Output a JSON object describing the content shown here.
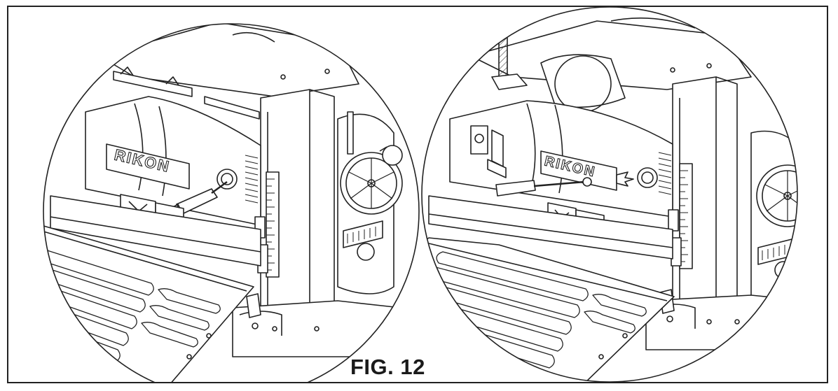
{
  "figure": {
    "caption": "FIG. 12"
  },
  "illustrations": [
    {
      "brand_label": "RIKON"
    },
    {
      "brand_label": "RIKON"
    }
  ],
  "colors": {
    "line": "#222222",
    "paper": "#ffffff",
    "shade": "#e6e6e6"
  }
}
